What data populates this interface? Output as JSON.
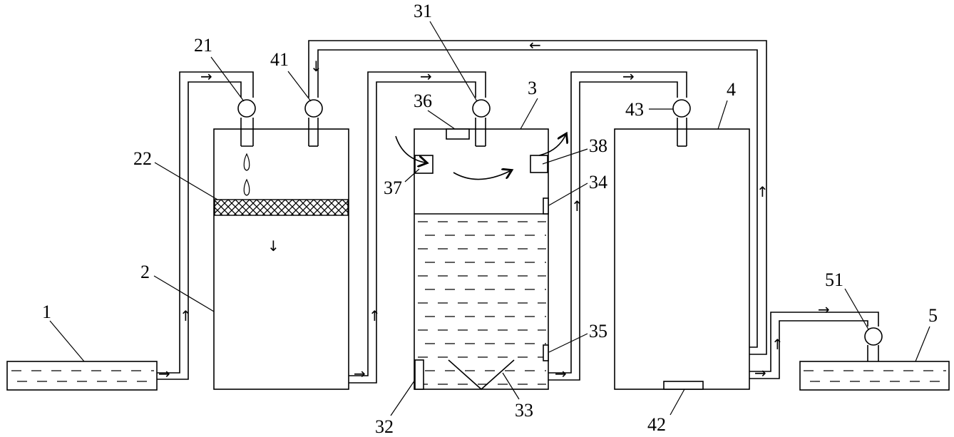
{
  "labels": {
    "l1": "1",
    "l2": "2",
    "l21": "21",
    "l22": "22",
    "l3": "3",
    "l31": "31",
    "l32": "32",
    "l33": "33",
    "l34": "34",
    "l35": "35",
    "l36": "36",
    "l37": "37",
    "l38": "38",
    "l4": "4",
    "l41": "41",
    "l42": "42",
    "l43": "43",
    "l5": "5",
    "l51": "51"
  },
  "arrows": {
    "right": "→",
    "left": "←",
    "up": "↑",
    "down": "↓"
  }
}
